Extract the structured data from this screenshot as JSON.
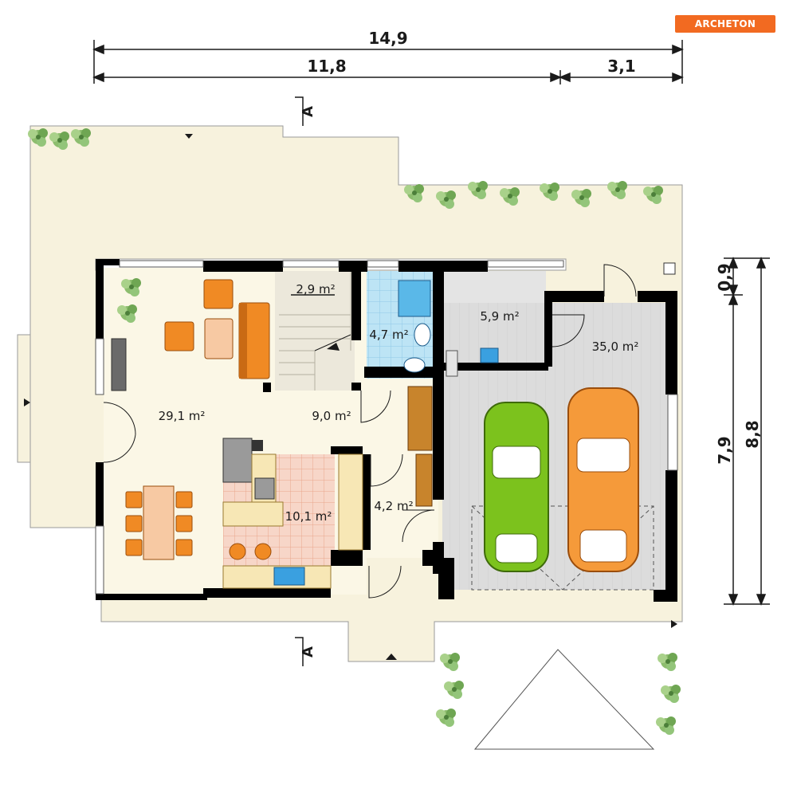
{
  "brand": {
    "name": "ARCHETON",
    "color": "#f26a21"
  },
  "colors": {
    "terrace": "#f7f2dd",
    "living_floor": "#fbf7e6",
    "stairs": "#ece8db",
    "bathroom": "#bde4f5",
    "kitchen": "#f7d6c8",
    "garage": "#d8d8d8",
    "wall": "#000000",
    "furniture_orange": "#f08a24",
    "car_green": "#7cc21d",
    "car_orange": "#f59a3a"
  },
  "dimensions": {
    "total_width": "14,9",
    "width_house": "11,8",
    "width_garage": "3,1",
    "depth_top": "0,9",
    "depth_main": "7,9",
    "depth_total": "8,8"
  },
  "section_marks": {
    "top": "A",
    "bottom": "A"
  },
  "rooms": [
    {
      "id": "stairs",
      "area": "2,9 m²"
    },
    {
      "id": "bathroom",
      "area": "4,7 m²"
    },
    {
      "id": "boiler-room",
      "area": "5,9 m²"
    },
    {
      "id": "garage",
      "area": "35,0 m²"
    },
    {
      "id": "living-room",
      "area": "29,1 m²"
    },
    {
      "id": "hall",
      "area": "9,0 m²"
    },
    {
      "id": "kitchen",
      "area": "10,1 m²"
    },
    {
      "id": "vestibule",
      "area": "4,2 m²"
    }
  ],
  "icons": [
    "plant-icon",
    "car-icon",
    "door-icon",
    "sofa-icon",
    "armchair-icon",
    "table-icon",
    "chair-icon",
    "sink-icon",
    "stove-icon",
    "toilet-icon",
    "shower-icon",
    "fridge-icon",
    "fireplace-icon"
  ]
}
